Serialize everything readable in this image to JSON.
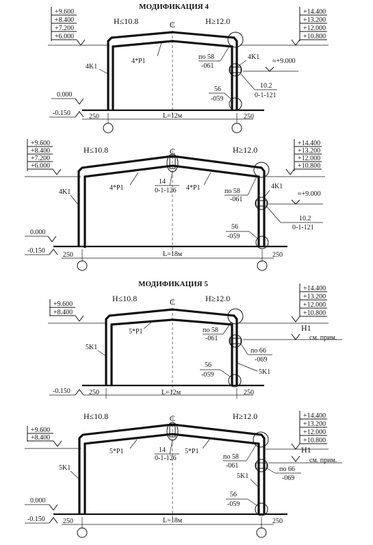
{
  "sections": [
    {
      "title": "МОДИФИКАЦИЯ 4",
      "left_levels": [
        "+9.600",
        "+8.400",
        "+7.200",
        "+6.000"
      ],
      "right_levels": [
        "+14.400",
        "+13.200",
        "+12.000",
        "+10.800"
      ],
      "h_left": "H≤10.8",
      "h_right": "H≥12.0",
      "beam_label": "4*P1",
      "left_col_label": "4K1",
      "right_col_label": "4K1",
      "node_top_a": "по 58",
      "node_top_b": "-061",
      "node_mid_level": "≈+9.000",
      "node_mid_a": "10.2",
      "node_mid_b": "0-1-121",
      "base_a": "56",
      "base_b": "-059",
      "ground_top": "0.000",
      "ground_bottom": "-0.150",
      "offset_left": "250",
      "offset_right": "250",
      "span": "L=12м"
    },
    {
      "title": "",
      "left_levels": [
        "+9.600",
        "+8.400",
        "+7.200",
        "+6.000"
      ],
      "right_levels": [
        "+14.400",
        "+13.200",
        "+12.000",
        "+10.800"
      ],
      "h_left": "H≤10.8",
      "h_right": "H≥12.0",
      "beam_label_left": "4*P1",
      "beam_label_right": "4*P1",
      "ridge_a": "14",
      "ridge_b": "0-1-126",
      "left_col_label": "4K1",
      "right_col_label": "4K1",
      "node_top_a": "по 58",
      "node_top_b": "-061",
      "node_mid_level": "≈+9.000",
      "node_mid_a": "10.2",
      "node_mid_b": "0-1-121",
      "base_a": "56",
      "base_b": "-059",
      "ground_top": "0.000",
      "ground_bottom": "-0.150",
      "offset_left": "250",
      "offset_right": "250",
      "span": "L=18м"
    },
    {
      "title": "МОДИФИКАЦИЯ 5",
      "left_levels": [
        "+9.600",
        "+8.400"
      ],
      "right_levels": [
        "+14.400",
        "+13.200",
        "+12.000",
        "+10.800"
      ],
      "h_left": "H≤10.8",
      "h_right": "H≥12.0",
      "beam_label": "5*P1",
      "left_col_label": "5K1",
      "right_col_label": "5K1",
      "node_top_a": "по 58",
      "node_top_b": "-061",
      "h1_label": "H1",
      "h1_note": "см. прим.",
      "node_mid_a": "по 66",
      "node_mid_b": "-069",
      "base_a": "56",
      "base_b": "-059",
      "ground_bottom": "-0.150",
      "offset_left": "250",
      "offset_right": "250",
      "span": "L=12м"
    },
    {
      "title": "",
      "left_levels": [
        "+9.600",
        "+8.400"
      ],
      "right_levels": [
        "+14.400",
        "+13.200",
        "+12.000",
        "+10.800"
      ],
      "h_left": "H≤10.8",
      "h_right": "H≥12.0",
      "beam_label_left": "5*P1",
      "beam_label_right": "5*P1",
      "ridge_a": "14",
      "ridge_b": "0-1-126",
      "left_col_label": "5K1",
      "right_col_label": "5K1",
      "node_top_a": "по 58",
      "node_top_b": "-061",
      "h1_label": "H1",
      "h1_note": "см. прим.",
      "node_mid_a": "по 66",
      "node_mid_b": "-069",
      "base_a": "56",
      "base_b": "-059",
      "ground_top": "0.000",
      "ground_bottom": "-0.150",
      "offset_left": "250",
      "offset_right": "250",
      "span": "L=18м"
    }
  ],
  "axis_symbol": "₵"
}
